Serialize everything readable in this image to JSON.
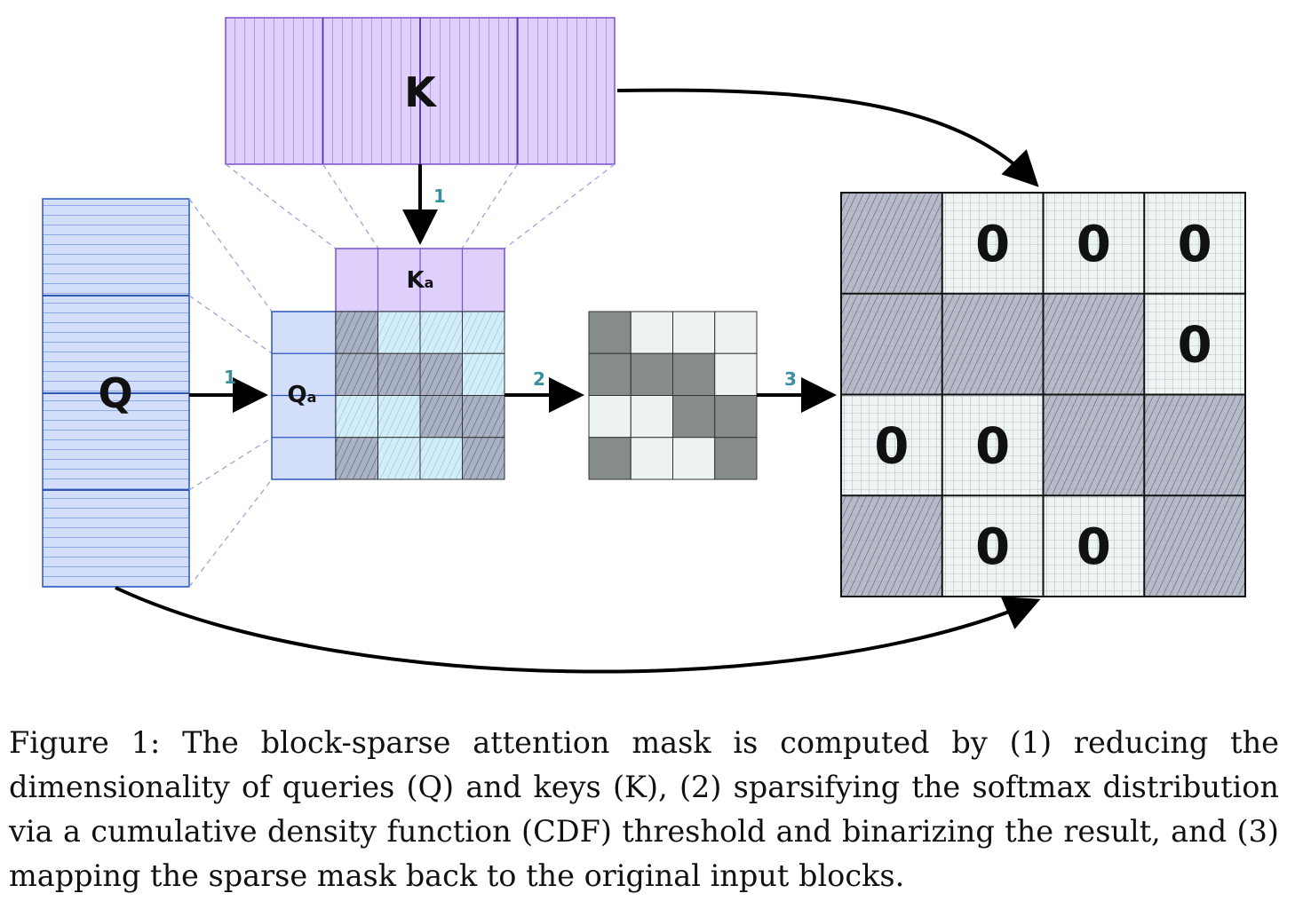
{
  "diagram": {
    "k_label": "K",
    "q_label": "Q",
    "ka_label": "K",
    "ka_sub": "a",
    "qa_label": "Q",
    "qa_sub": "a",
    "step_1_top": "1",
    "step_1_left": "1",
    "step_2": "2",
    "step_3": "3",
    "zero": "0",
    "reduced_scores": [
      [
        "dark",
        "light",
        "light",
        "light"
      ],
      [
        "dark",
        "dark",
        "dark",
        "light"
      ],
      [
        "light",
        "light",
        "dark",
        "dark"
      ],
      [
        "dark",
        "light",
        "light",
        "dark"
      ]
    ],
    "binary_mask": [
      [
        1,
        0,
        0,
        0
      ],
      [
        1,
        1,
        1,
        0
      ],
      [
        0,
        0,
        1,
        1
      ],
      [
        1,
        0,
        0,
        1
      ]
    ],
    "colors": {
      "k_fill": "#dfd0fb",
      "k_stroke": "#7a4fd0",
      "q_fill": "#d3defb",
      "q_stroke": "#2a56c0",
      "step_label": "#3a8fa0",
      "mask_on": "#868c8c",
      "mask_off": "#edf2f3",
      "hatched": "#b8bcc8"
    }
  },
  "caption": "Figure 1: The block-sparse attention mask is computed by (1) reducing the dimensionality of queries (Q) and keys (K), (2) sparsifying the softmax distribution via a cumulative density function (CDF) threshold and binarizing the result, and (3) mapping the sparse mask back to the original input blocks."
}
